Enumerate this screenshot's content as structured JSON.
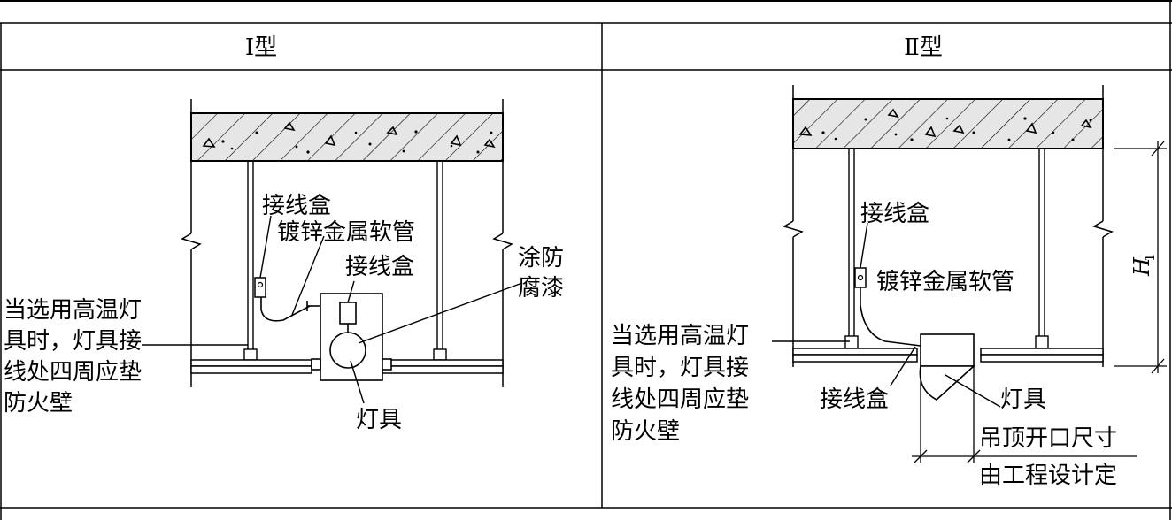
{
  "table": {
    "col1_header": "Ⅰ型",
    "col2_header": "Ⅱ型"
  },
  "type1": {
    "junction_box_upper": "接线盒",
    "flexible_conduit": "镀锌金属软管",
    "junction_box_lower": "接线盒",
    "anticorrosion": [
      "涂防",
      "腐漆"
    ],
    "fireproof_note": [
      "当选用高温灯",
      "具时，灯具接",
      "线处四周应垫",
      "防火壁"
    ],
    "fixture": "灯具"
  },
  "type2": {
    "junction_box_upper": "接线盒",
    "flexible_conduit": "镀锌金属软管",
    "fireproof_note": [
      "当选用高温灯",
      "具时，灯具接",
      "线处四周应垫",
      "防火壁"
    ],
    "junction_box_lower": "接线盒",
    "fixture": "灯具",
    "opening_note": [
      "吊顶开口尺寸",
      "由工程设计定"
    ],
    "dimension_label": "H",
    "dimension_subscript": "1"
  }
}
